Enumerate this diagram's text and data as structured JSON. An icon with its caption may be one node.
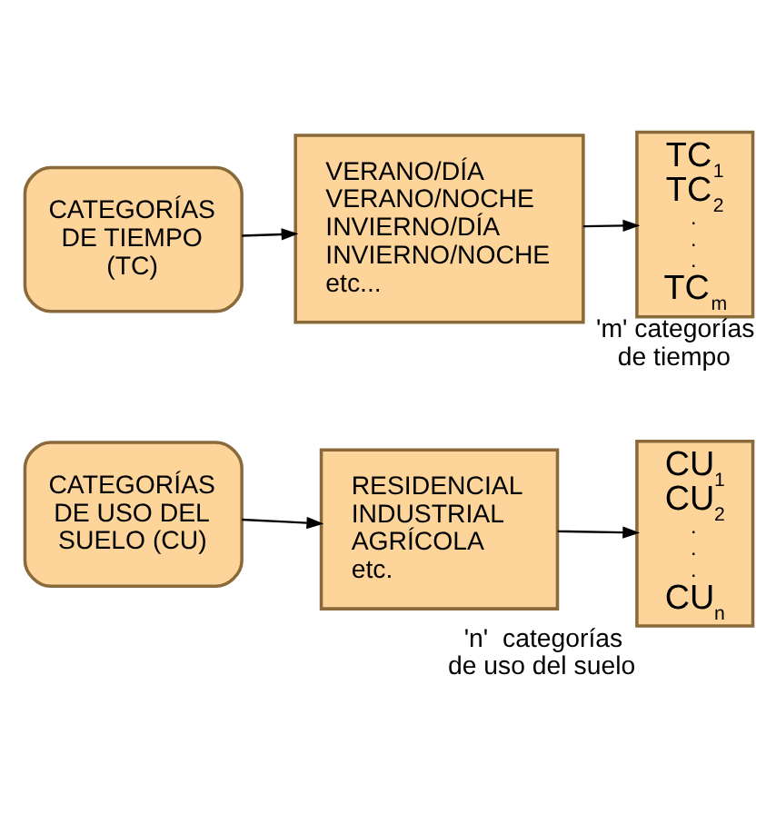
{
  "diagram": {
    "nodes": [
      {
        "text": [
          "CATEGORÍAS DE TIEMPO (TC)"
        ]
      },
      {
        "text": [
          "VERANO/DÍA",
          "VERANO/NOCHE",
          "INVIERNO/DÍA",
          "INVIERNO/NOCHE",
          "etc..."
        ]
      },
      {
        "text": [
          "TC$_{1}$",
          "TC$_{2}$",
          ".",
          ".",
          ".",
          "TC$_{m}$"
        ],
        "beside": [
          "'m' categorías de tiempo"
        ]
      },
      {
        "text": [
          "CATEGORÍAS DE USO DEL SUELO (CU)"
        ]
      },
      {
        "text": [
          "RESIDENCIAL",
          "INDUSTRIAL",
          "AGRÍCOLA",
          "etc."
        ]
      },
      {
        "text": [
          "CU$_{1}$",
          "CU$_{2}$",
          ".",
          ".",
          ".",
          "CU$_{n}$"
        ],
        "beside": [
          "'n'  categorías de uso del suelo"
        ]
      }
    ],
    "edges": [
      {
        "from": 0,
        "to": 1,
        "arrow": "to"
      },
      {
        "from": 1,
        "to": 2,
        "arrow": "to"
      },
      {
        "from": 3,
        "to": 4,
        "arrow": "to"
      },
      {
        "from": 4,
        "to": 5,
        "arrow": "to"
      }
    ]
  }
}
